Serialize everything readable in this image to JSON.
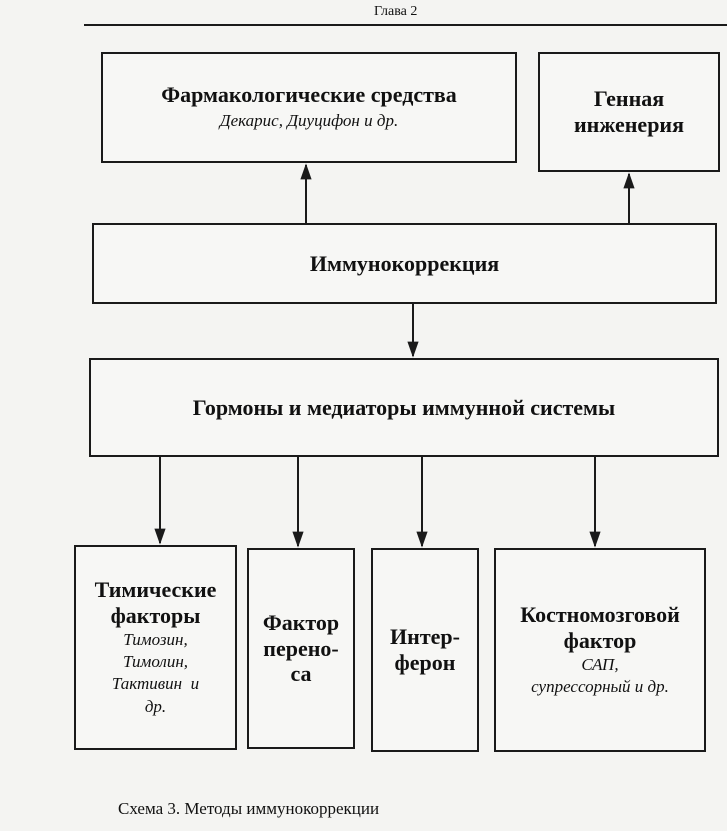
{
  "header": {
    "chapter": "Глава 2"
  },
  "boxes": {
    "pharma": {
      "title": "Фармакологические средства",
      "subtitle": "Декарис, Диуцифон и др."
    },
    "genetic": {
      "line1": "Генная",
      "line2": "инженерия"
    },
    "immunocorrection": {
      "title": "Иммунокоррекция"
    },
    "hormones": {
      "title": "Гормоны и медиаторы иммунной системы"
    },
    "thymic": {
      "line1": "Тимические",
      "line2": "факторы",
      "sub1": "Тимозин,",
      "sub2": "Тимолин,",
      "sub3": "Тактивин  и",
      "sub4": "др."
    },
    "transfer": {
      "line1": "Фактор",
      "line2": "перено-",
      "line3": "са"
    },
    "interferon": {
      "line1": "Интер-",
      "line2": "ферон"
    },
    "marrow": {
      "line1": "Костномозговой",
      "line2": "фактор",
      "sub1": "САП,",
      "sub2": "супрессорный и др."
    }
  },
  "caption": "Схема 3. Методы иммунокоррекции",
  "colors": {
    "ink": "#1a1a1a",
    "paper": "#f4f4f2"
  }
}
